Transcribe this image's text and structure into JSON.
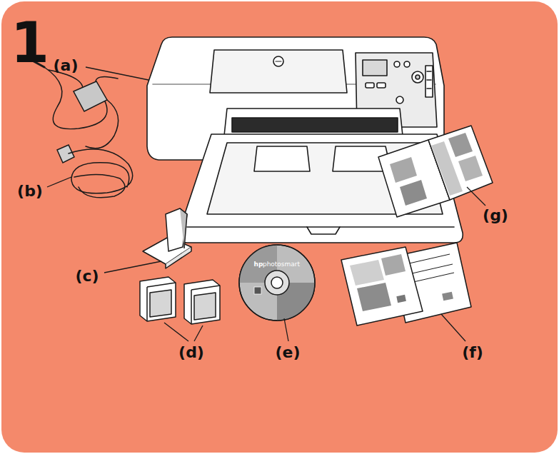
{
  "diagram": {
    "labels": [
      "1",
      "(a)",
      "(b)",
      "(c)",
      "(d)",
      "(e)",
      "(f)",
      "(g)",
      "hp",
      "photosmart"
    ]
  }
}
